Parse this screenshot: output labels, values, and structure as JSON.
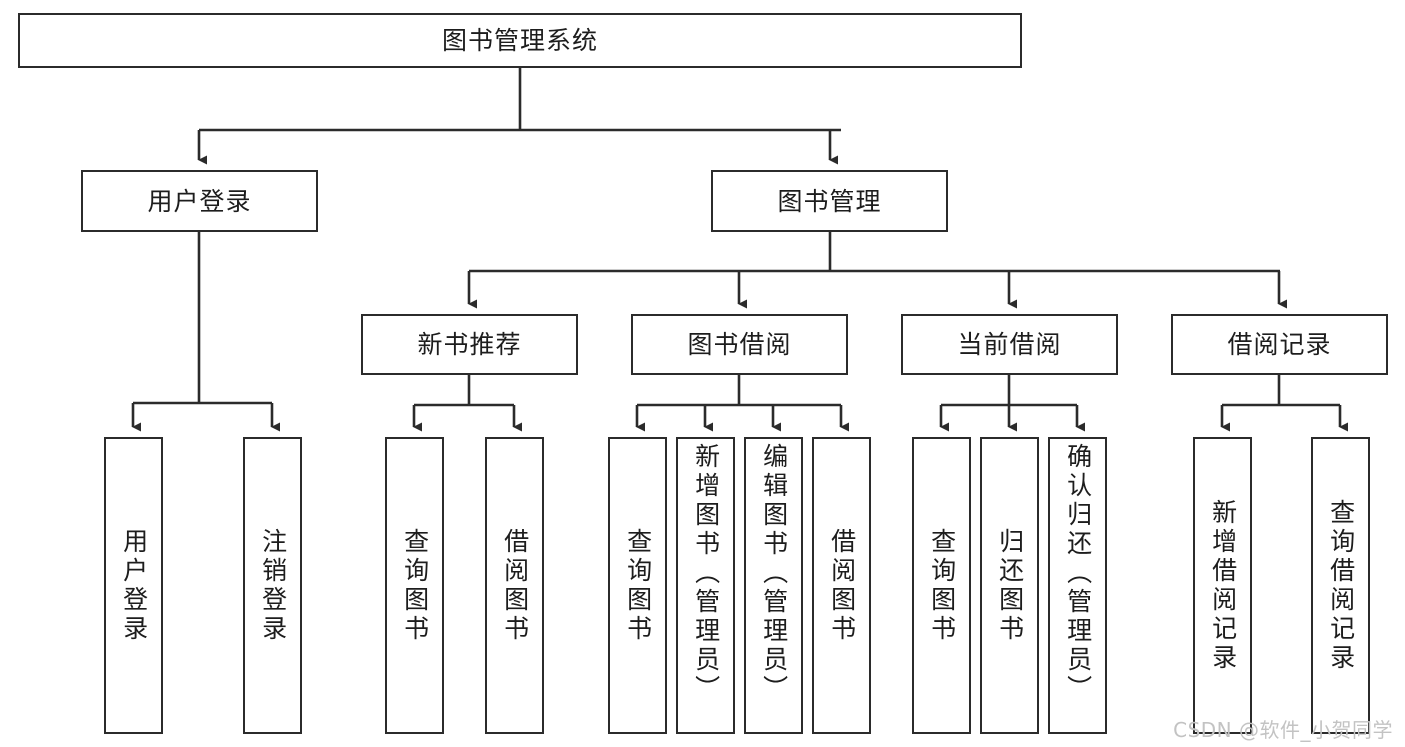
{
  "diagram": {
    "title": "图书管理系统",
    "type": "tree",
    "root": {
      "id": "root",
      "label": "图书管理系统"
    },
    "level2": [
      {
        "id": "user-login",
        "label": "用户登录"
      },
      {
        "id": "book-manage",
        "label": "图书管理"
      }
    ],
    "level3": [
      {
        "id": "new-book-rec",
        "label": "新书推荐"
      },
      {
        "id": "book-borrow",
        "label": "图书借阅"
      },
      {
        "id": "current-borrow",
        "label": "当前借阅"
      },
      {
        "id": "borrow-record",
        "label": "借阅记录"
      }
    ],
    "leaves": {
      "user_login": [
        {
          "id": "leaf-user-login",
          "label": "用户登录"
        },
        {
          "id": "leaf-logout-login",
          "label": "注销登录"
        }
      ],
      "new_book_rec": [
        {
          "id": "leaf-query-book-1",
          "label": "查询图书"
        },
        {
          "id": "leaf-borrow-book-1",
          "label": "借阅图书"
        }
      ],
      "book_borrow": [
        {
          "id": "leaf-query-book-2",
          "label": "查询图书"
        },
        {
          "id": "leaf-add-book",
          "label": "新增图书（管理员）"
        },
        {
          "id": "leaf-edit-book",
          "label": "编辑图书（管理员）"
        },
        {
          "id": "leaf-borrow-book-2",
          "label": "借阅图书"
        }
      ],
      "current_borrow": [
        {
          "id": "leaf-query-book-3",
          "label": "查询图书"
        },
        {
          "id": "leaf-return-book",
          "label": "归还图书"
        },
        {
          "id": "leaf-confirm-return",
          "label": "确认归还（管理员）"
        }
      ],
      "borrow_record": [
        {
          "id": "leaf-add-record",
          "label": "新增借阅记录"
        },
        {
          "id": "leaf-query-record",
          "label": "查询借阅记录"
        }
      ]
    },
    "colors": {
      "stroke": "#2b2b2b",
      "fill": "#ffffff",
      "text": "#1d1d1d",
      "watermark": "#c3c3c3"
    }
  },
  "watermark": {
    "text": "CSDN @软件_小贺同学"
  }
}
